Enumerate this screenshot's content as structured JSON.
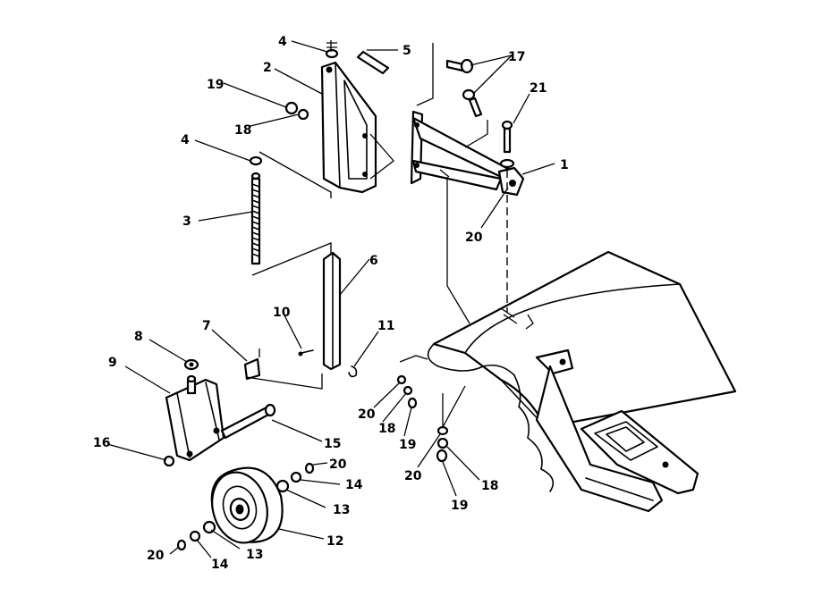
{
  "callouts": [
    {
      "id": "c1",
      "label": "1"
    },
    {
      "id": "c2",
      "label": "2"
    },
    {
      "id": "c3",
      "label": "3"
    },
    {
      "id": "c4a",
      "label": "4"
    },
    {
      "id": "c4b",
      "label": "4"
    },
    {
      "id": "c5",
      "label": "5"
    },
    {
      "id": "c6",
      "label": "6"
    },
    {
      "id": "c7",
      "label": "7"
    },
    {
      "id": "c8",
      "label": "8"
    },
    {
      "id": "c9",
      "label": "9"
    },
    {
      "id": "c10",
      "label": "10"
    },
    {
      "id": "c11",
      "label": "11"
    },
    {
      "id": "c12",
      "label": "12"
    },
    {
      "id": "c13a",
      "label": "13"
    },
    {
      "id": "c13b",
      "label": "13"
    },
    {
      "id": "c14a",
      "label": "14"
    },
    {
      "id": "c14b",
      "label": "14"
    },
    {
      "id": "c15",
      "label": "15"
    },
    {
      "id": "c16",
      "label": "16"
    },
    {
      "id": "c17",
      "label": "17"
    },
    {
      "id": "c18a",
      "label": "18"
    },
    {
      "id": "c18b",
      "label": "18"
    },
    {
      "id": "c18c",
      "label": "18"
    },
    {
      "id": "c19a",
      "label": "19"
    },
    {
      "id": "c19b",
      "label": "19"
    },
    {
      "id": "c19c",
      "label": "19"
    },
    {
      "id": "c20a",
      "label": "20"
    },
    {
      "id": "c20b",
      "label": "20"
    },
    {
      "id": "c20c",
      "label": "20"
    },
    {
      "id": "c20d",
      "label": "20"
    },
    {
      "id": "c20e",
      "label": "20"
    },
    {
      "id": "c21",
      "label": "21"
    }
  ]
}
